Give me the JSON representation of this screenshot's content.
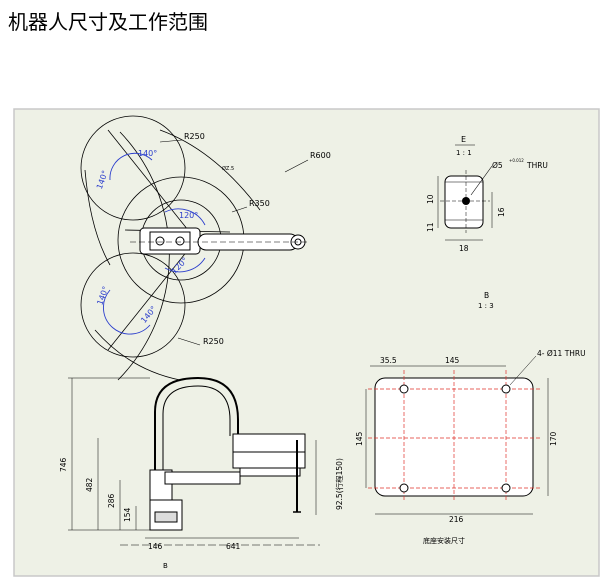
{
  "page_title": "机器人尺寸及工作范围",
  "top_view": {
    "r250_top": "R250",
    "r600": "R600",
    "r350": "R350",
    "r250_bottom": "R250",
    "angle_140_a": "140°",
    "angle_140_b": "140°",
    "angle_120_a": "120°",
    "angle_120_b": "120°",
    "angle_140_c": "140°",
    "angle_140_d": "140°",
    "small_note": "ØZ.5"
  },
  "detail_e": {
    "label": "E",
    "scale": "1 : 1",
    "hole_note": "Ø5",
    "tolerance": "+0.012",
    "thru": "THRU",
    "dim_10": "10",
    "dim_11": "11",
    "dim_16": "16",
    "dim_18": "18"
  },
  "detail_b": {
    "label": "B",
    "scale": "1 : 3"
  },
  "side_view": {
    "dim_746": "746",
    "dim_482": "482",
    "dim_286": "286",
    "dim_154": "154",
    "dim_146": "146",
    "dim_641": "641",
    "stroke_label": "92.5(行程150)",
    "section_mark": "B"
  },
  "base_view": {
    "dim_35_5": "35.5",
    "dim_145_top": "145",
    "hole_spec": "4- Ø11 THRU",
    "dim_145_left": "145",
    "dim_170": "170",
    "dim_216": "216",
    "caption": "底座安装尺寸"
  },
  "colors": {
    "frame": "#c8c8c8",
    "drawing_bg": "#eef1e6",
    "line": "#000000",
    "dim_blue": "#2a3dcc",
    "center_red": "#e0302a"
  }
}
